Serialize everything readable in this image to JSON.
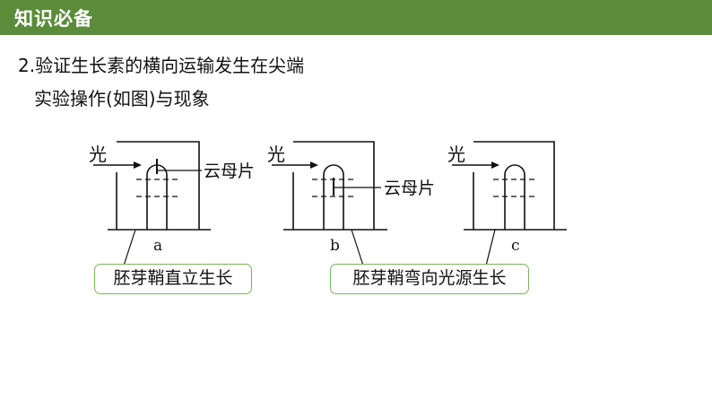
{
  "header": {
    "title": "知识必备",
    "bg_color": "#5b8c3a"
  },
  "section": {
    "heading": "2.验证生长素的横向运输发生在尖端",
    "subheading": "实验操作(如图)与现象"
  },
  "figure": {
    "light_label": "光",
    "mica_label": "云母片",
    "setups": [
      {
        "label": "a",
        "mica": "vertical-tip"
      },
      {
        "label": "b",
        "mica": "vertical-below-tip"
      },
      {
        "label": "c",
        "mica": "none"
      }
    ],
    "results": [
      {
        "text": "胚芽鞘直立生长",
        "refers_to": [
          "a"
        ]
      },
      {
        "text": "胚芽鞘弯向光源生长",
        "refers_to": [
          "b",
          "c"
        ]
      }
    ],
    "box_border_color": "#7ab55c"
  }
}
